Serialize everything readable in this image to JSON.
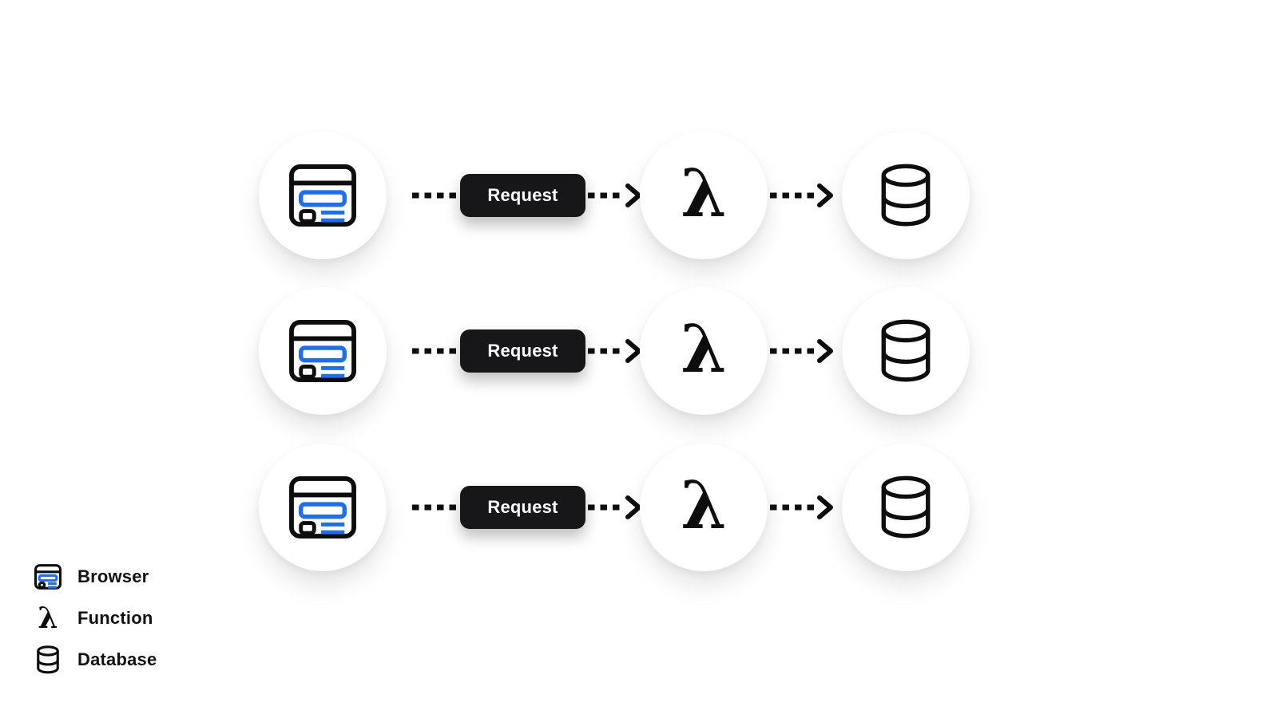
{
  "diagram": {
    "rows": [
      {
        "nodes": [
          "browser",
          "request",
          "function",
          "database"
        ],
        "request_label": "Request"
      },
      {
        "nodes": [
          "browser",
          "request",
          "function",
          "database"
        ],
        "request_label": "Request"
      },
      {
        "nodes": [
          "browser",
          "request",
          "function",
          "database"
        ],
        "request_label": "Request"
      }
    ],
    "lambda_glyph": "λ"
  },
  "legend": {
    "items": [
      {
        "icon": "browser-icon",
        "label": "Browser"
      },
      {
        "icon": "lambda-icon",
        "label": "Function"
      },
      {
        "icon": "database-icon",
        "label": "Database"
      }
    ]
  },
  "colors": {
    "background": "#ffffff",
    "stroke_black": "#0d0d0d",
    "accent_blue": "#1d6ff2",
    "request_button_bg": "#17171a",
    "request_button_text": "#ffffff",
    "legend_text": "#111111"
  }
}
